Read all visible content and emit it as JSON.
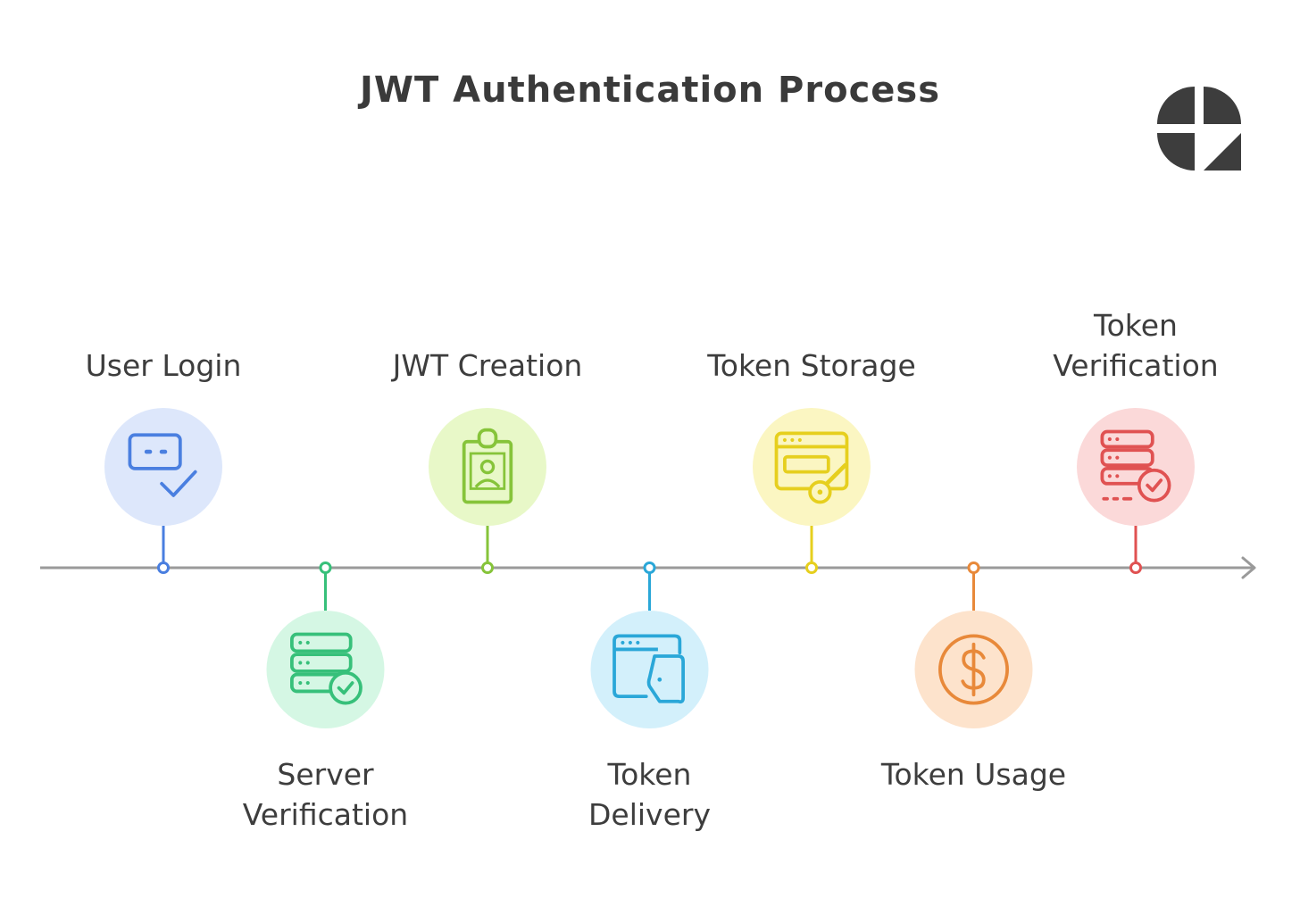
{
  "title": "JWT Authentication Process",
  "colors": {
    "axis": "#9a9a9a",
    "text": "#3d3d3d",
    "logo": "#3d3d3d"
  },
  "steps": [
    {
      "label_lines": [
        "User Login"
      ],
      "icon": "login-chat-check-icon",
      "side": "above",
      "stroke": "#4a7fe0",
      "fill": "#dde7fb"
    },
    {
      "label_lines": [
        "Server",
        "Verification"
      ],
      "icon": "server-check-icon",
      "side": "below",
      "stroke": "#37c07a",
      "fill": "#d5f7e4"
    },
    {
      "label_lines": [
        "JWT Creation"
      ],
      "icon": "id-badge-icon",
      "side": "above",
      "stroke": "#86c43a",
      "fill": "#e8f8c8"
    },
    {
      "label_lines": [
        "Token",
        "Delivery"
      ],
      "icon": "browser-tag-icon",
      "side": "below",
      "stroke": "#2aa7d8",
      "fill": "#d3f0fb"
    },
    {
      "label_lines": [
        "Token Storage"
      ],
      "icon": "browser-key-icon",
      "side": "above",
      "stroke": "#e6cf1e",
      "fill": "#fbf6c2"
    },
    {
      "label_lines": [
        "Token Usage"
      ],
      "icon": "dollar-coin-icon",
      "side": "below",
      "stroke": "#e8893a",
      "fill": "#fde3cc"
    },
    {
      "label_lines": [
        "Token",
        "Verification"
      ],
      "icon": "database-check-icon",
      "side": "above",
      "stroke": "#e05252",
      "fill": "#fbd9d9"
    }
  ]
}
